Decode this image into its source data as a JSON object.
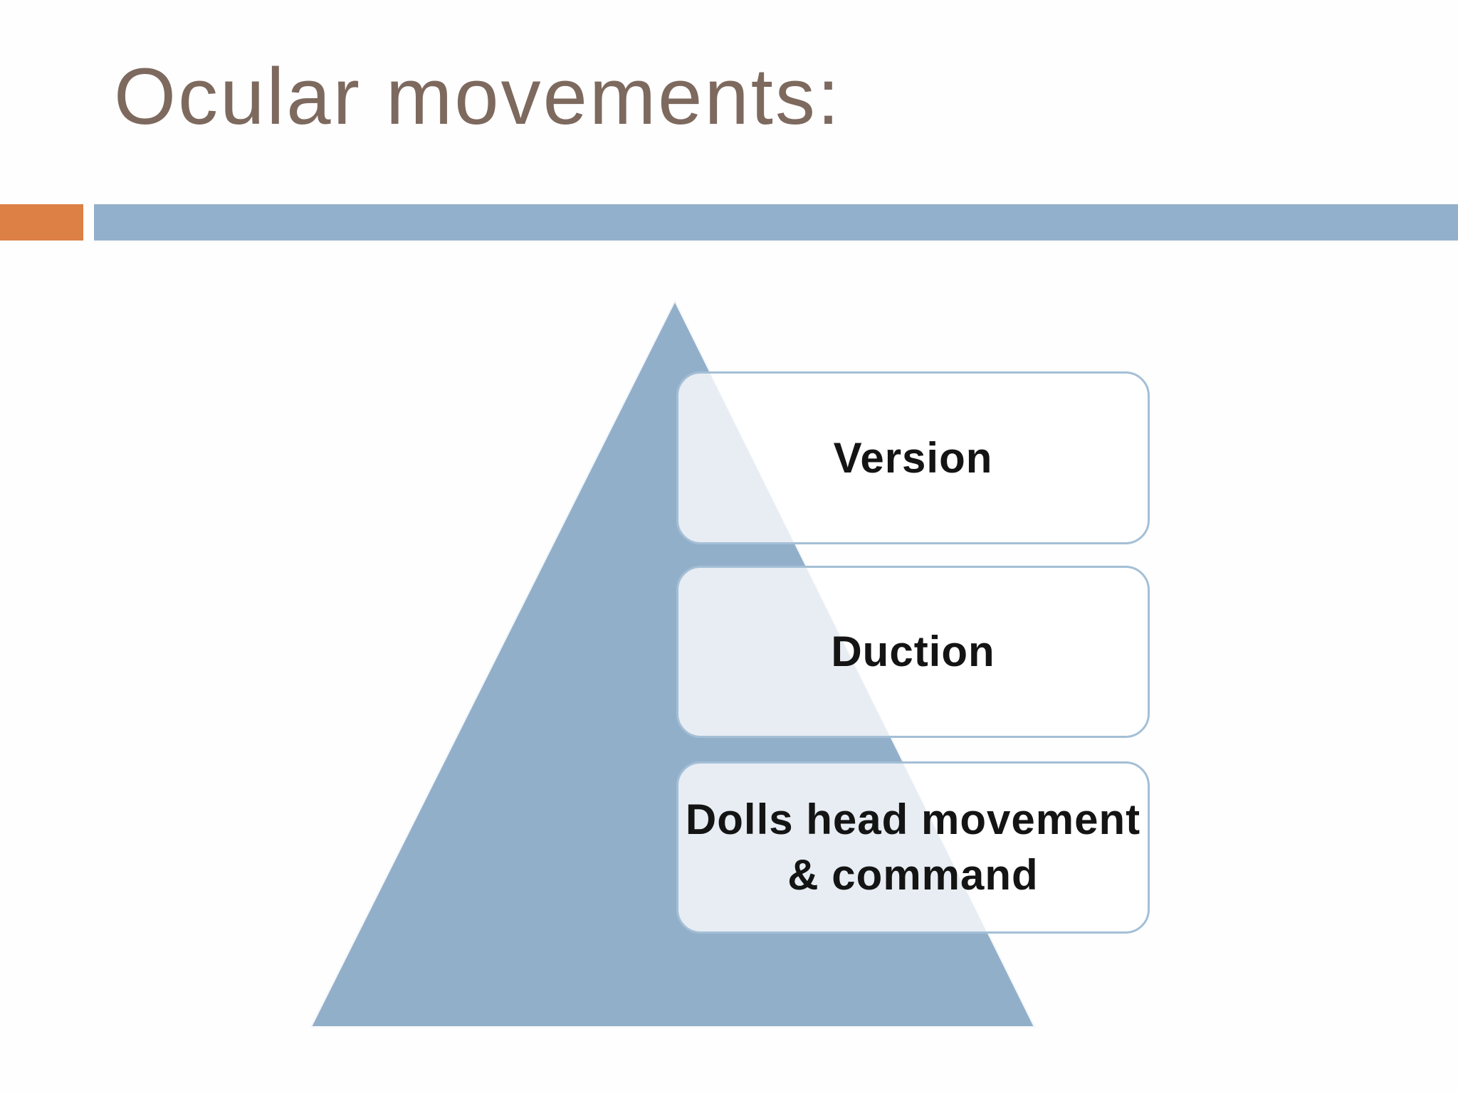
{
  "title": "Ocular movements:",
  "colors": {
    "title_text": "#7D695E",
    "accent_orange": "#DC8045",
    "accent_blue": "#92B0CB",
    "triangle_fill": "#92AFCA",
    "box_border": "#A4BFD6",
    "box_fill": "rgba(255,255,255,0.78)",
    "box_text": "#141414"
  },
  "pyramid": {
    "shape": "triangle-pyramid-diagram",
    "levels": [
      {
        "label": "Version"
      },
      {
        "label": "Duction"
      },
      {
        "label": "Dolls head movement\n& command"
      }
    ]
  }
}
